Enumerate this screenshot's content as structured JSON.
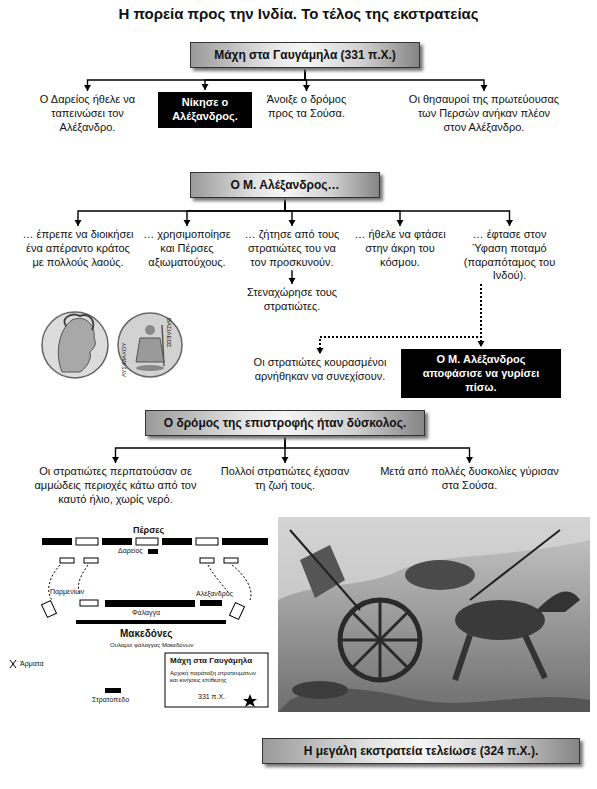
{
  "diagram": {
    "title": "Η πορεία προς την Ινδία. Το τέλος της εκστρατείας",
    "nodes": [
      {
        "text": [
          "Μάχη στα Γαυγάμηλα (331 π.Χ.)"
        ]
      },
      {
        "text": [
          "Ο Δαρείος ήθελε να ταπεινώσει τον Αλέξανδρο."
        ]
      },
      {
        "text": [
          "Νίκησε ο Αλέξανδρος."
        ]
      },
      {
        "text": [
          "Άνοιξε ο δρόμος προς τα Σούσα."
        ]
      },
      {
        "text": [
          "Οι θησαυροί της πρωτεύουσας των Περσών ανήκαν πλέον στον Αλέξανδρο."
        ]
      },
      {
        "text": [
          "Ο Μ. Αλέξανδρος…"
        ]
      },
      {
        "text": [
          "… έπρεπε να διοικήσει ένα απέραντο κράτος με πολλούς λαούς."
        ]
      },
      {
        "text": [
          "… χρησιμοποίησε και Πέρσες αξιωματούχους."
        ]
      },
      {
        "text": [
          "… ζήτησε από τους στρατιώτες του να τον προσκυνούν."
        ]
      },
      {
        "text": [
          "Στεναχώρησε τους στρατιώτες."
        ]
      },
      {
        "text": [
          "… ήθελε να φτάσει στην άκρη του κόσμου."
        ]
      },
      {
        "text": [
          "… έφτασε στον Ύφαση ποταμό (παραπόταμος του Ινδού)."
        ]
      },
      {
        "text": [
          "Οι στρατιώτες κουρασμένοι αρνήθηκαν να συνεχίσουν."
        ]
      },
      {
        "text": [
          "Ο Μ. Αλέξανδρος αποφάσισε να γυρίσει πίσω."
        ]
      },
      {
        "text": [
          "Ο δρόμος της επιστροφής ήταν δύσκολος."
        ]
      },
      {
        "text": [
          "Οι στρατιώτες περπατούσαν σε αμμώδεις περιοχές κάτω από τον καυτό ήλιο, χωρίς νερό."
        ]
      },
      {
        "text": [
          "Πολλοί στρατιώτες έχασαν τη ζωή τους."
        ]
      },
      {
        "text": [
          "Μετά από πολλές δυσκολίες γύρισαν στα Σούσα."
        ]
      },
      {
        "text": [
          "Η μεγάλη εκστρατεία τελείωσε (324 π.Χ.)."
        ]
      }
    ],
    "edges": [
      {
        "from": 0,
        "to": 1,
        "arrow": "to"
      },
      {
        "from": 0,
        "to": 2,
        "arrow": "to"
      },
      {
        "from": 0,
        "to": 3,
        "arrow": "to"
      },
      {
        "from": 0,
        "to": 4,
        "arrow": "to"
      },
      {
        "from": 5,
        "to": 6,
        "arrow": "to"
      },
      {
        "from": 5,
        "to": 7,
        "arrow": "to"
      },
      {
        "from": 5,
        "to": 8,
        "arrow": "to"
      },
      {
        "from": 5,
        "to": 10,
        "arrow": "to"
      },
      {
        "from": 5,
        "to": 11,
        "arrow": "to"
      },
      {
        "from": 8,
        "to": 9,
        "arrow": "to"
      },
      {
        "from": 11,
        "to": 12,
        "arrow": "to"
      },
      {
        "from": 11,
        "to": 13,
        "arrow": "to"
      },
      {
        "from": 14,
        "to": 15,
        "arrow": "to"
      },
      {
        "from": 14,
        "to": 16,
        "arrow": "to"
      },
      {
        "from": 14,
        "to": 17,
        "arrow": "to"
      }
    ],
    "labels": [
      "ΒΑΣΙΛΕΩΣ",
      "ΛΥΣΙΜΑΧΟΥ",
      "Πέρσες",
      "Δαρείος",
      "Παρμενίων",
      "Αλέξανδρος",
      "Φάλαγγα",
      "Μακεδόνες",
      "Ουλαμοί φάλαγγας Μακεδόνων",
      "Άρματα",
      "Μάχη στα Γαυγάμηλα",
      "Αρχική παράταξη στρατευμάτων και κινήσεις επίθεσης",
      "331 π.Χ.",
      "Στρατόπεδο"
    ]
  }
}
